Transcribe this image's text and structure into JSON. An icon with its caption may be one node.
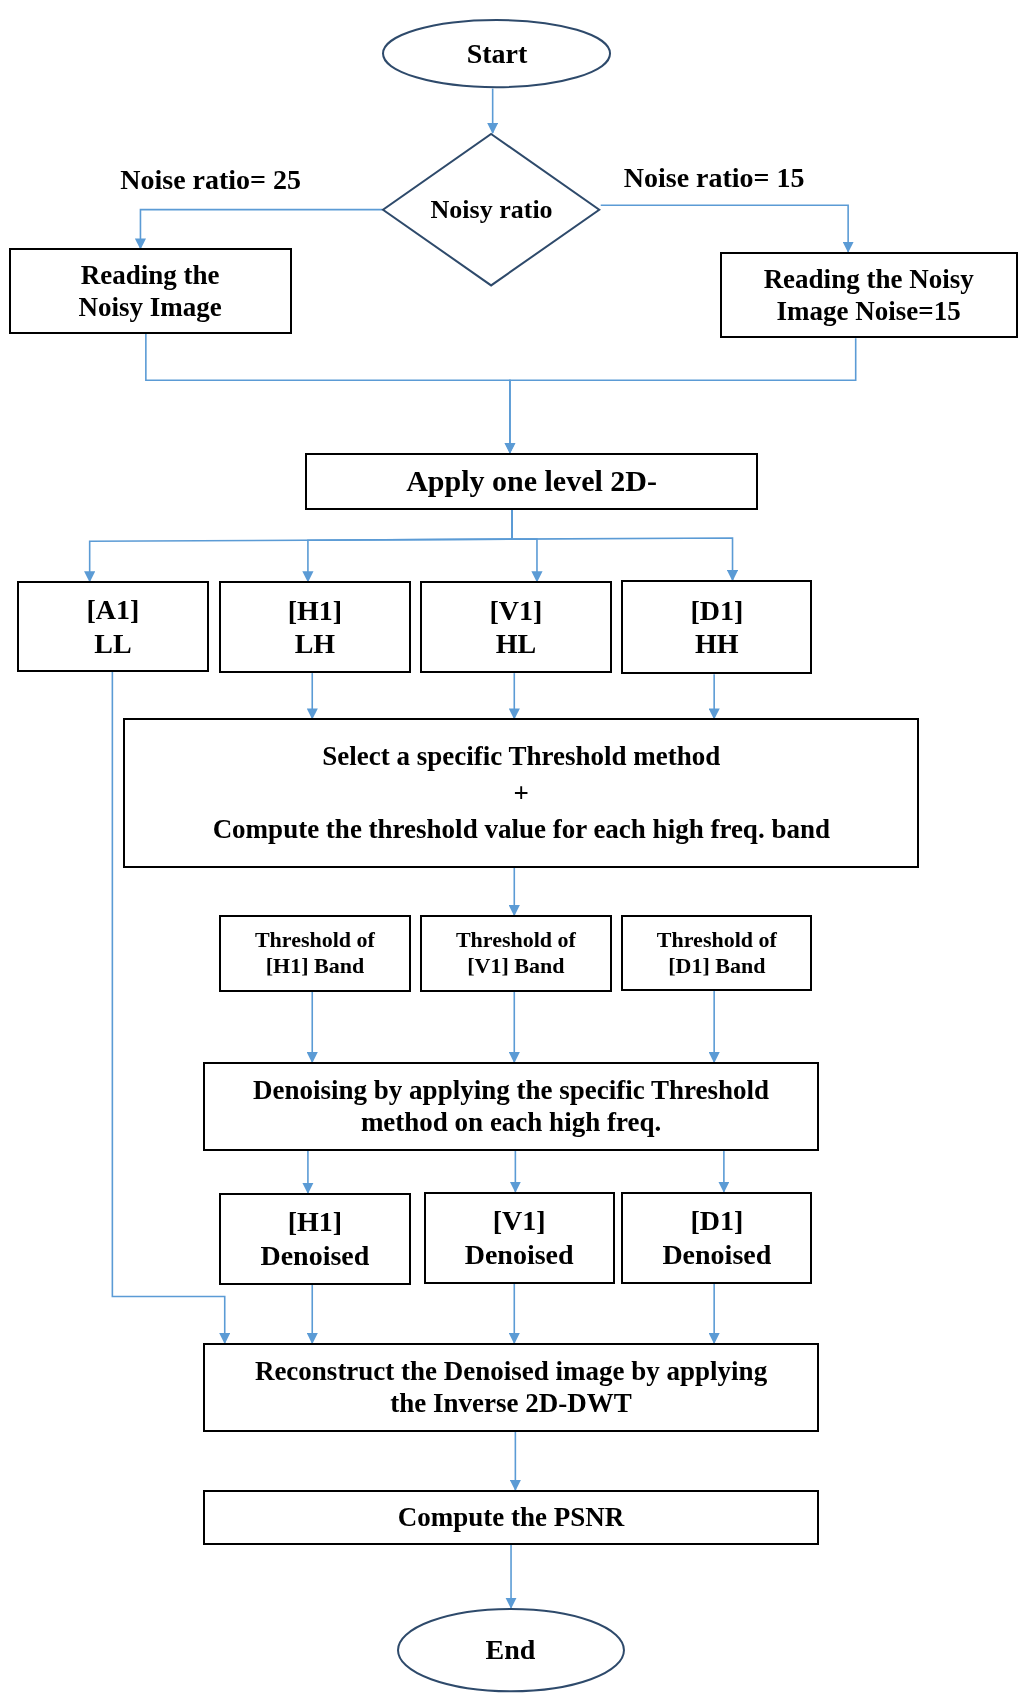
{
  "diagram": {
    "nodes": [
      {
        "text": [
          "Start"
        ]
      },
      {
        "text": [
          "Noisy ratio"
        ]
      },
      {
        "text": [
          "Reading the Noisy Image"
        ]
      },
      {
        "text": [
          "Reading the Noisy Image Noise=15"
        ]
      },
      {
        "text": [
          "Apply one level 2D-"
        ]
      },
      {
        "text": [
          "[A1] LL"
        ]
      },
      {
        "text": [
          "[H1] LH"
        ]
      },
      {
        "text": [
          "[V1] HL"
        ]
      },
      {
        "text": [
          "[D1] HH"
        ]
      },
      {
        "text": [
          "Select a specific Threshold method",
          "+",
          "Compute the threshold value for each high freq. band"
        ]
      },
      {
        "text": [
          "Threshold of [H1] Band"
        ]
      },
      {
        "text": [
          "Threshold of [V1] Band"
        ]
      },
      {
        "text": [
          "Threshold of [D1] Band"
        ]
      },
      {
        "text": [
          "Denoising by applying the specific Threshold method on each high freq."
        ]
      },
      {
        "text": [
          "[H1] Denoised"
        ]
      },
      {
        "text": [
          "[V1] Denoised"
        ]
      },
      {
        "text": [
          "[D1] Denoised"
        ]
      },
      {
        "text": [
          "Reconstruct the Denoised image by applying the Inverse 2D-DWT"
        ]
      },
      {
        "text": [
          "Compute the PSNR"
        ]
      },
      {
        "text": [
          "End"
        ]
      }
    ],
    "edges": [
      {
        "from": 0,
        "to": 1,
        "arrow": "to"
      },
      {
        "from": 1,
        "to": 2,
        "arrow": "to",
        "label": "Noise ratio= 25"
      },
      {
        "from": 1,
        "to": 3,
        "arrow": "to",
        "label": "Noise ratio= 15"
      },
      {
        "from": 2,
        "to": 4,
        "arrow": "to"
      },
      {
        "from": 3,
        "to": 4,
        "arrow": "to"
      },
      {
        "from": 4,
        "to": 5,
        "arrow": "to"
      },
      {
        "from": 4,
        "to": 6,
        "arrow": "to"
      },
      {
        "from": 4,
        "to": 7,
        "arrow": "to"
      },
      {
        "from": 4,
        "to": 8,
        "arrow": "to"
      },
      {
        "from": 5,
        "to": 17,
        "arrow": "to"
      },
      {
        "from": 6,
        "to": 9,
        "arrow": "to"
      },
      {
        "from": 7,
        "to": 9,
        "arrow": "to"
      },
      {
        "from": 8,
        "to": 9,
        "arrow": "to"
      },
      {
        "from": 9,
        "to": 11,
        "arrow": "to"
      },
      {
        "from": 10,
        "to": 13,
        "arrow": "to"
      },
      {
        "from": 11,
        "to": 13,
        "arrow": "to"
      },
      {
        "from": 12,
        "to": 13,
        "arrow": "to"
      },
      {
        "from": 13,
        "to": 14,
        "arrow": "to"
      },
      {
        "from": 13,
        "to": 15,
        "arrow": "to"
      },
      {
        "from": 13,
        "to": 16,
        "arrow": "to"
      },
      {
        "from": 14,
        "to": 17,
        "arrow": "to"
      },
      {
        "from": 15,
        "to": 17,
        "arrow": "to"
      },
      {
        "from": 16,
        "to": 17,
        "arrow": "to"
      },
      {
        "from": 17,
        "to": 18,
        "arrow": "to"
      },
      {
        "from": 18,
        "to": 19,
        "arrow": "to"
      }
    ]
  }
}
